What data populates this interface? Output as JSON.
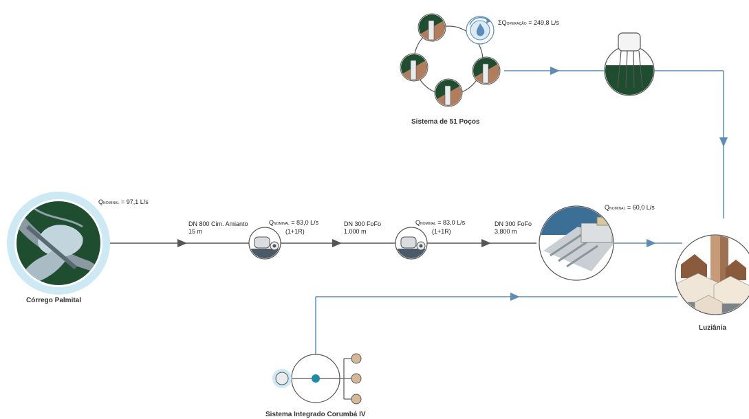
{
  "nodes": {
    "source": {
      "name": "Córrego Palmital",
      "q_prefix": "Q",
      "q_sub": "NOMINAL",
      "q_value": " = 97,1 L/s"
    },
    "wells": {
      "name": "Sistema de 51 Poços",
      "q_prefix": "ΣQ",
      "q_sub": "OPERAÇÃO",
      "q_value": " = 249,8 L/s"
    },
    "treatment": {
      "q_prefix": "Q",
      "q_sub": "NOMINAL",
      "q_value": " = 60,0 L/s"
    },
    "city": {
      "name": "Luziânia"
    },
    "integrated": {
      "name": "Sistema Integrado Corumbá IV"
    }
  },
  "segments": {
    "pipe1": {
      "line1": "DN 800 Cim. Amianto",
      "line2": "15 m"
    },
    "pump1": {
      "q_prefix": "Q",
      "q_sub": "NOMINAL",
      "q_value": " = 83,0 L/s",
      "config": "(1+1R)"
    },
    "pipe2": {
      "line1": "DN 300 FoFo",
      "line2": "1.000 m"
    },
    "pump2": {
      "q_prefix": "Q",
      "q_sub": "NOMINAL",
      "q_value": " = 83,0 L/s",
      "config": "(1+1R)"
    },
    "pipe3": {
      "line1": "DN 300 FoFo",
      "line2": "3.800 m"
    }
  },
  "colors": {
    "raw_line": "#555555",
    "treated_line": "#5b8db8",
    "dark_green": "#1f4d2f",
    "light_blue": "#cde9f3",
    "brown": "#b27d5c"
  }
}
